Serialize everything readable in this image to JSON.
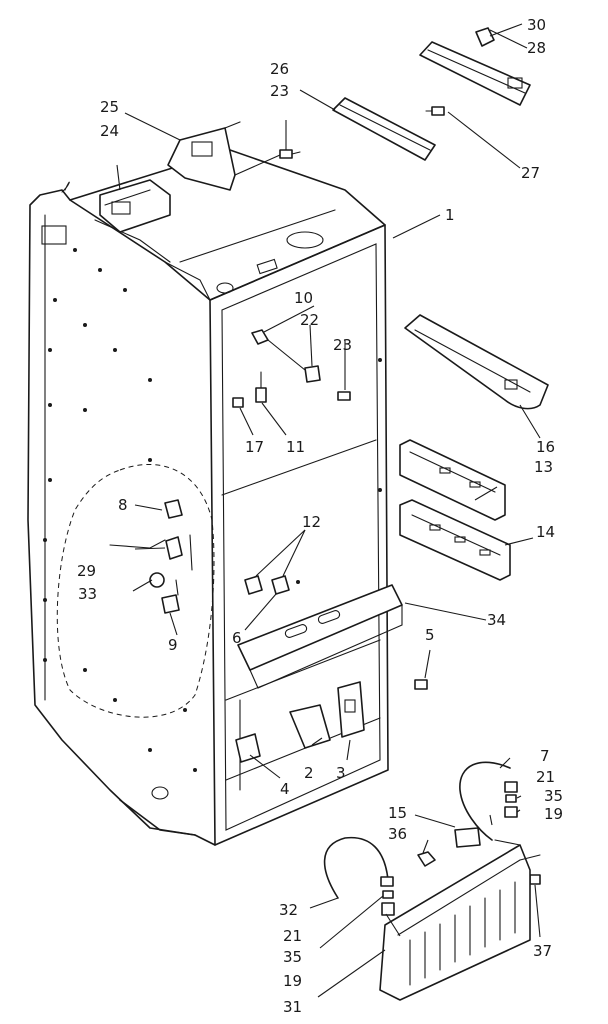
{
  "diagram": {
    "parts": [
      {
        "key": "p1",
        "label": "1"
      },
      {
        "key": "p2",
        "label": "2"
      },
      {
        "key": "p3",
        "label": "3"
      },
      {
        "key": "p4",
        "label": "4"
      },
      {
        "key": "p5",
        "label": "5"
      },
      {
        "key": "p6",
        "label": "6"
      },
      {
        "key": "p7",
        "label": "7"
      },
      {
        "key": "p8",
        "label": "8"
      },
      {
        "key": "p9",
        "label": "9"
      },
      {
        "key": "p10",
        "label": "10"
      },
      {
        "key": "p11",
        "label": "11"
      },
      {
        "key": "p12",
        "label": "12"
      },
      {
        "key": "p13",
        "label": "13"
      },
      {
        "key": "p14",
        "label": "14"
      },
      {
        "key": "p15",
        "label": "15"
      },
      {
        "key": "p16",
        "label": "16"
      },
      {
        "key": "p17",
        "label": "17"
      },
      {
        "key": "p19a",
        "label": "19"
      },
      {
        "key": "p19b",
        "label": "19"
      },
      {
        "key": "p21a",
        "label": "21"
      },
      {
        "key": "p21b",
        "label": "21"
      },
      {
        "key": "p22",
        "label": "22"
      },
      {
        "key": "p23a",
        "label": "23"
      },
      {
        "key": "p23b",
        "label": "23"
      },
      {
        "key": "p24",
        "label": "24"
      },
      {
        "key": "p25",
        "label": "25"
      },
      {
        "key": "p26",
        "label": "26"
      },
      {
        "key": "p27",
        "label": "27"
      },
      {
        "key": "p28",
        "label": "28"
      },
      {
        "key": "p29",
        "label": "29"
      },
      {
        "key": "p30",
        "label": "30"
      },
      {
        "key": "p31",
        "label": "31"
      },
      {
        "key": "p32",
        "label": "32"
      },
      {
        "key": "p33",
        "label": "33"
      },
      {
        "key": "p34",
        "label": "34"
      },
      {
        "key": "p35a",
        "label": "35"
      },
      {
        "key": "p35b",
        "label": "35"
      },
      {
        "key": "p36",
        "label": "36"
      },
      {
        "key": "p37",
        "label": "37"
      }
    ]
  }
}
